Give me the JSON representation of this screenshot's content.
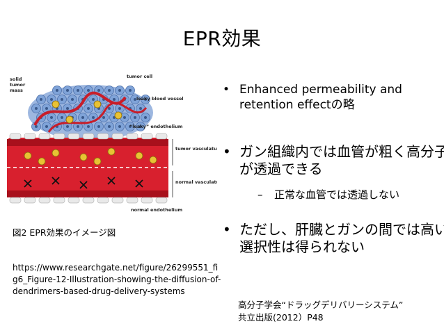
{
  "slide": {
    "title": "EPR効果",
    "bullets": [
      {
        "symbol": "•",
        "text": "Enhanced permeability and retention effectの略"
      },
      {
        "symbol": "•",
        "text": "ガン組織内では血管が粗く高分子が透過できる"
      },
      {
        "symbol": "•",
        "text": "ただし、肝臓とガンの間では高い選択性は得られない"
      }
    ],
    "sub_bullet": {
      "symbol": "–",
      "text": "正常な血管では透過しない"
    },
    "reference": [
      "高分子学会“ドラッグデリバリーシステム”",
      "共立出版(2012）P48"
    ]
  },
  "figure": {
    "caption": "図2 EPR効果のイメージ図",
    "source_url": "https://www.researchgate.net/figure/26299551_fig6_Figure-12-Illustration-showing-the-diffusion-of-dendrimers-based-drug-delivery-systems",
    "labels": {
      "solid_tumor_mass": "solid\ntumor\nmass",
      "tumor_cell": "tumor cell",
      "leaky_blood_vessel": "leaky blood vessel",
      "leaky_endothelium": "“leaky” endothelium",
      "tumor_vasculature": "tumor vasculature",
      "normal_vasculature": "normal vasculature",
      "normal_endothelium": "normal endothelium"
    },
    "colors": {
      "vessel": "#d8202e",
      "vessel_dark": "#a8101c",
      "cell": "#7fa3d8",
      "particle": "#e8c234"
    }
  }
}
